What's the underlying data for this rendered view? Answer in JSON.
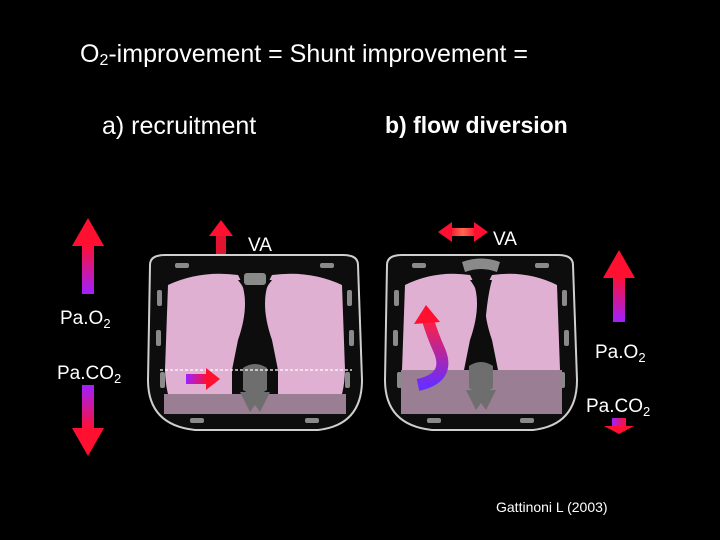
{
  "title": {
    "lead": "O",
    "sub": "2",
    "rest": "-improvement = Shunt improvement ="
  },
  "panel_a": {
    "heading": "a) recruitment",
    "va_label": "VA",
    "pao2": {
      "main": "Pa.O",
      "sub": "2"
    },
    "paco2": {
      "main": "Pa.CO",
      "sub": "2"
    }
  },
  "panel_b": {
    "heading": "b) flow diversion",
    "va_label": "VA",
    "pao2": {
      "main": "Pa.O",
      "sub": "2"
    },
    "paco2": {
      "main": "Pa.CO",
      "sub": "2"
    }
  },
  "citation": "Gattinoni L  (2003)",
  "colors": {
    "background": "#000000",
    "text": "#ffffff",
    "lung_aerated": "#dfb0d2",
    "lung_collapsed": "#9a7e93",
    "arrow_red": "#ff1030",
    "arrow_purple": "#a020ff",
    "chest_wall": "#cfcfcf"
  },
  "icons": {
    "up_arrow": "gradient-up-arrow-icon",
    "down_arrow": "gradient-down-arrow-icon",
    "double_arrow": "double-headed-arrow-icon",
    "curved_arrow": "curved-diversion-arrow-icon"
  }
}
